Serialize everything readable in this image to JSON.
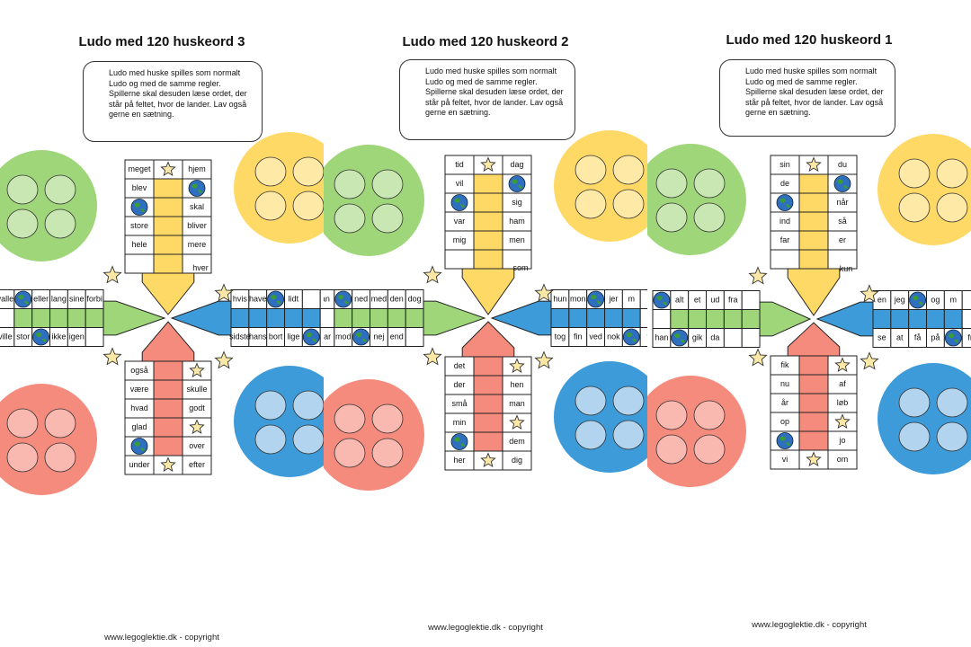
{
  "sheets": [
    {
      "title": "Ludo med 120 huskeord 3",
      "description": "Ludo med huske spilles som normalt Ludo og med de samme regler. Spillerne skal desuden læse ordet, der står på feltet, hvor de lander. Lav også gerne en sætning.",
      "footer": "www.legoglektie.dk - copyright",
      "board": {
        "top_left": [
          "meget",
          "blev",
          "",
          "store",
          "hele"
        ],
        "top_right": [
          "hjem",
          "",
          "skal",
          "bliver",
          "mere"
        ],
        "bottom_left": [
          "også",
          "være",
          "hvad",
          "glad",
          "",
          "under"
        ],
        "bottom_right": [
          "",
          "skulle",
          "godt",
          "",
          "over",
          "efter"
        ],
        "left_top": [
          "valle",
          "",
          "eller",
          "lang",
          "sine",
          "forbi"
        ],
        "left_bottom": [
          "ville",
          "stor",
          "",
          "ikke",
          "igen"
        ],
        "right_top": [
          "hvis",
          "have",
          "",
          "lidt"
        ],
        "right_bottom": [
          "sidste",
          "hans",
          "bort",
          "lige",
          ""
        ],
        "corner_words": {
          "top_right_arm": "hver",
          "bottom_right_arm": ""
        }
      }
    },
    {
      "title": "Ludo med 120 huskeord 2",
      "description": "Ludo med huske spilles som normalt Ludo og med de samme regler. Spillerne skal desuden læse ordet, der står på feltet, hvor de lander. Lav også gerne en sætning.",
      "footer": "www.legoglektie.dk - copyright",
      "board": {
        "top_left": [
          "tid",
          "vil",
          "",
          "var",
          "mig"
        ],
        "top_right": [
          "dag",
          "",
          "sig",
          "ham",
          "men"
        ],
        "bottom_left": [
          "det",
          "der",
          "små",
          "min",
          "",
          "her"
        ],
        "bottom_right": [
          "",
          "hen",
          "man",
          "",
          "dem",
          "dig"
        ],
        "left_top": [
          "an",
          "",
          "ned",
          "med",
          "den",
          "dog"
        ],
        "left_bottom": [
          "var",
          "mod",
          "",
          "nej",
          "end"
        ],
        "right_top": [
          "hun",
          "mon",
          "",
          "jer",
          "m"
        ],
        "right_bottom": [
          "tog",
          "fin",
          "ved",
          "nok",
          "",
          "fr"
        ],
        "corner_words": {
          "top_right_arm": "som",
          "bottom_right_arm": ""
        }
      }
    },
    {
      "title": "Ludo med 120 huskeord 1",
      "description": "Ludo med huske spilles som normalt Ludo og med de samme regler. Spillerne skal desuden læse ordet, der står på feltet, hvor de lander. Lav også gerne en sætning.",
      "footer": "www.legoglektie.dk - copyright",
      "board": {
        "top_left": [
          "sin",
          "de",
          "",
          "ind",
          "far"
        ],
        "top_right": [
          "du",
          "",
          "når",
          "så",
          "er"
        ],
        "bottom_left": [
          "fik",
          "nu",
          "år",
          "op",
          "",
          "vi"
        ],
        "bottom_right": [
          "",
          "af",
          "løb",
          "",
          "jo",
          "om"
        ],
        "left_top": [
          "",
          "alt",
          "et",
          "ud",
          "fra"
        ],
        "left_bottom": [
          "han",
          "",
          "gik",
          "da"
        ],
        "right_top": [
          "en",
          "jeg",
          "",
          "og",
          "m"
        ],
        "right_bottom": [
          "se",
          "at",
          "få",
          "på",
          "",
          "fri"
        ],
        "corner_words": {
          "top_right_arm": "kun",
          "bottom_right_arm": ""
        }
      }
    }
  ],
  "colors": {
    "green": "#9fd67a",
    "green_light": "#c9e7b3",
    "yellow": "#ffd966",
    "yellow_light": "#ffe9a6",
    "red": "#f58b7d",
    "red_light": "#f9b8b0",
    "blue": "#3d9bd9",
    "blue_light": "#b3d4ee"
  }
}
